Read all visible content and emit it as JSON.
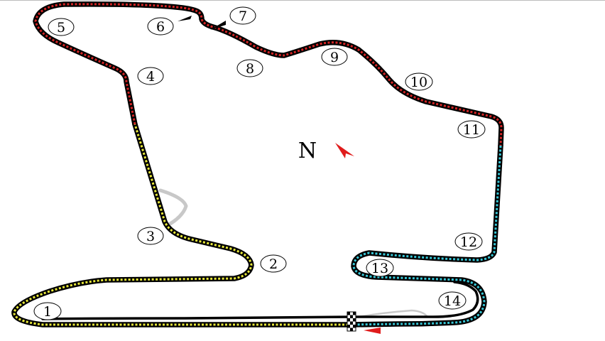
{
  "map": {
    "corners": [
      {
        "number": "1"
      },
      {
        "number": "2"
      },
      {
        "number": "3"
      },
      {
        "number": "4"
      },
      {
        "number": "5"
      },
      {
        "number": "6"
      },
      {
        "number": "7"
      },
      {
        "number": "8"
      },
      {
        "number": "9"
      },
      {
        "number": "10"
      },
      {
        "number": "11"
      },
      {
        "number": "12"
      },
      {
        "number": "13"
      },
      {
        "number": "14"
      }
    ],
    "compass": {
      "label": "N"
    },
    "sectors": [
      {
        "color": "#e8e83a"
      },
      {
        "color": "#d42525"
      },
      {
        "color": "#38c8d8"
      }
    ],
    "track_color": "#000000",
    "runoff_color": "#c8c8c8",
    "arrow_color": "#e01c1c"
  }
}
